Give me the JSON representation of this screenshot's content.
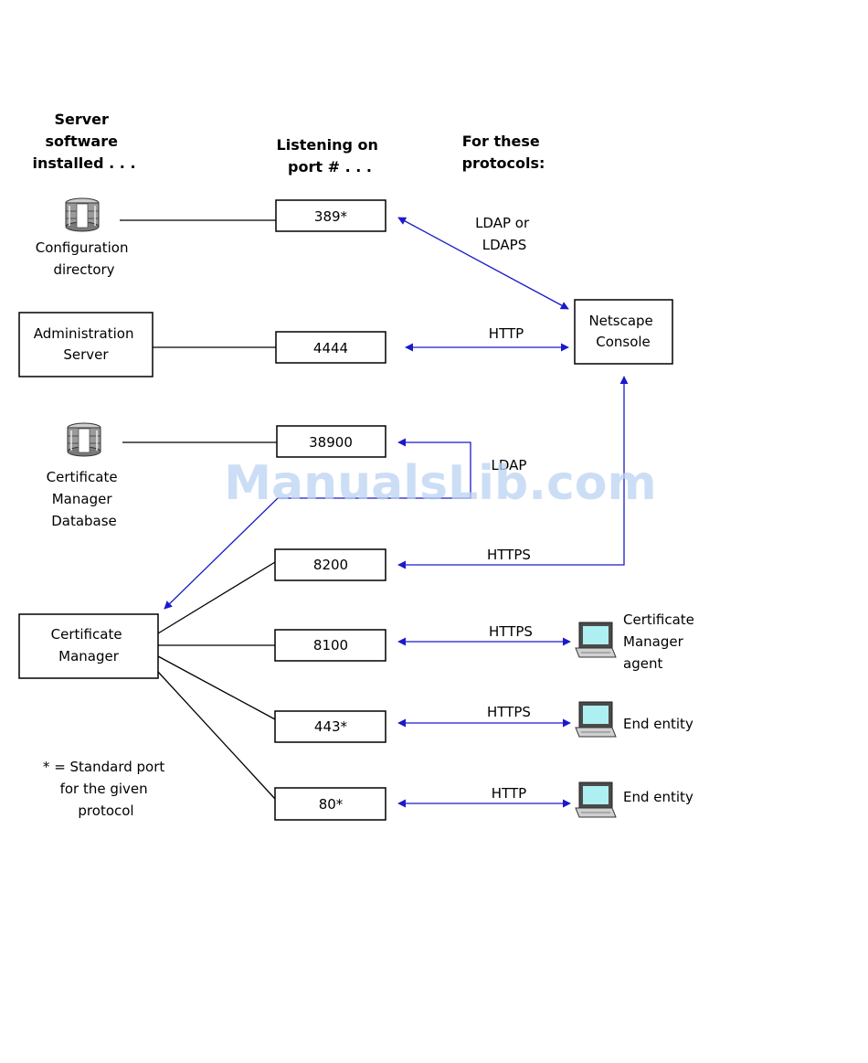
{
  "headers": {
    "server_software": [
      "Server",
      "software",
      "installed . . ."
    ],
    "listening_on": [
      "Listening on",
      "port # . . ."
    ],
    "protocols": [
      "For these",
      "protocols:"
    ]
  },
  "servers": {
    "config_directory": [
      "Configuration",
      "directory"
    ],
    "admin_server": [
      "Administration",
      "Server"
    ],
    "cm_database": [
      "Certificate",
      "Manager",
      "Database"
    ],
    "cert_manager": [
      "Certificate",
      "Manager"
    ]
  },
  "ports": {
    "p389": "389*",
    "p4444": "4444",
    "p38900": "38900",
    "p8200": "8200",
    "p8100": "8100",
    "p443": "443*",
    "p80": "80*"
  },
  "protocols": {
    "ldap_ldaps": [
      "LDAP or",
      "LDAPS"
    ],
    "http_console": "HTTP",
    "ldap": "LDAP",
    "https_8200": "HTTPS",
    "https_8100": "HTTPS",
    "https_443": "HTTPS",
    "http_80": "HTTP"
  },
  "clients": {
    "netscape_console": [
      "Netscape",
      "Console"
    ],
    "cm_agent": [
      "Certificate",
      "Manager",
      "agent"
    ],
    "end_entity_1": "End entity",
    "end_entity_2": "End entity"
  },
  "footnote": [
    "* = Standard port",
    "for the given",
    "protocol"
  ],
  "watermark": "ManualsLib.com",
  "colors": {
    "connector_blue": "#1a1acc",
    "line_black": "#000000",
    "watermark": "#bcd3f2"
  }
}
